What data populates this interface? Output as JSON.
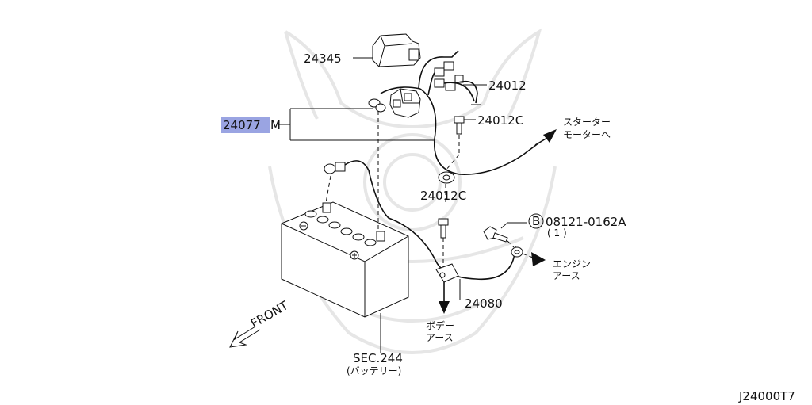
{
  "parts": {
    "cover": "24345",
    "harness": "24012",
    "harness_bolt_top": "24012C",
    "harness_bolt_bottom": "24012C",
    "selected_part": "24077",
    "selected_suffix": "M",
    "bolt_circled": "08121-0162A",
    "bolt_qty": "( 1 )",
    "earth_cable": "24080",
    "battery_section": "SEC.244"
  },
  "annotations": {
    "starter_line1": "スターター",
    "starter_line2": "モーターへ",
    "engine_line1": "エンジン",
    "engine_line2": "アース",
    "body_line1": "ボデー",
    "body_line2": "アース",
    "battery_label": "(バッテリー)",
    "front": "FRONT",
    "circle_marker": "B"
  },
  "colors": {
    "highlight": "#9aa4e2",
    "line": "#111111",
    "watermark": "#e6e6e6"
  },
  "diagram_code": "J24000T7"
}
